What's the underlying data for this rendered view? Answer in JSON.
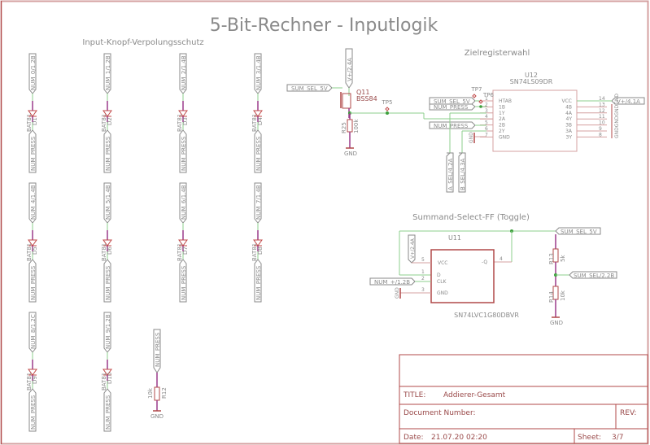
{
  "sheet": {
    "title": "5-Bit-Rechner - Inputlogik",
    "frame_color": "#b04848",
    "wire_color": "#8ccf8c",
    "part_color": "#b04848",
    "net_color": "#8a8a8a"
  },
  "sections": {
    "input": "Input-Knopf-Verpolungsschutz",
    "zielreg": "Zielregisterwahl",
    "summand": "Summand-Select-FF (Toggle)"
  },
  "diodes": [
    {
      "net": "NUM_0/1.2B",
      "ref": "D1",
      "value": "BAT81",
      "out": "NUM_PRESS"
    },
    {
      "net": "NUM_1/1.2B",
      "ref": "D2",
      "value": "BAT81",
      "out": "NUM_PRESS"
    },
    {
      "net": "NUM_2/1.4B",
      "ref": "D3",
      "value": "BAT81",
      "out": "NUM_PRESS"
    },
    {
      "net": "NUM_3/1.4B",
      "ref": "D4",
      "value": "BAT81",
      "out": "NUM_PRESS"
    },
    {
      "net": "NUM_4/1.4B",
      "ref": "D5",
      "value": "BAT81",
      "out": "NUM_PRESS"
    },
    {
      "net": "NUM_5/1.4B",
      "ref": "D6",
      "value": "BAT81",
      "out": "NUM_PRESS"
    },
    {
      "net": "NUM_6/1.4B",
      "ref": "D7",
      "value": "BAT81",
      "out": "NUM_PRESS"
    },
    {
      "net": "NUM_7/1.4B",
      "ref": "D8",
      "value": "BAT81",
      "out": "NUM_PRESS"
    },
    {
      "net": "NUM_8/1.2C",
      "ref": "D9",
      "value": "BAT81",
      "out": "NUM_PRESS"
    },
    {
      "net": "NUM_9/1.2B",
      "ref": "D10",
      "value": "BAT81",
      "out": "NUM_PRESS"
    }
  ],
  "r12": {
    "net": "NUM_PRESS",
    "ref": "R12",
    "value": "10k",
    "gnd": "GND"
  },
  "q11": {
    "supply": "V+/2.4A",
    "gate_net": "SUM_SEL_5V",
    "ref": "Q11",
    "value": "BSS84",
    "r_ref": "R25",
    "r_value": "100k",
    "gnd": "GND",
    "tp": "TP5"
  },
  "u12": {
    "ref": "U12",
    "value": "SN74LS09DR",
    "left_pins": [
      {
        "num": "1",
        "name": "HTAB"
      },
      {
        "num": "2",
        "name": "1B"
      },
      {
        "num": "3",
        "name": "1Y"
      },
      {
        "num": "4",
        "name": "2A"
      },
      {
        "num": "5",
        "name": "2B"
      },
      {
        "num": "6",
        "name": "2Y"
      },
      {
        "num": "7",
        "name": "GND"
      }
    ],
    "right_pins": [
      {
        "num": "14",
        "name": "VCC"
      },
      {
        "num": "13",
        "name": "4B"
      },
      {
        "num": "12",
        "name": "4A"
      },
      {
        "num": "11",
        "name": "4Y"
      },
      {
        "num": "10",
        "name": "3B"
      },
      {
        "num": "9",
        "name": "3A"
      },
      {
        "num": "8",
        "name": "3Y"
      }
    ],
    "tp7": "TP7",
    "tp6": "TP6",
    "net_sum_sel": "SUM_SEL_5V",
    "net_num_press_1": "NUM_PRESS",
    "net_num_press_2": "NUM_PRESS",
    "net_vcc": "V+/4.1A",
    "net_gnd_left": "GND",
    "net_gnd_right": "GNDGNDGNDGND",
    "out_a": "A_SEL/4.2A",
    "out_b": "B_SEL/4.3A"
  },
  "u11": {
    "ref": "U11",
    "value": "SN74LVC1G80DBVR",
    "supply": "V+/2.4A",
    "clk_net": "NUM_+/1.2B",
    "gnd": "GND",
    "pins": [
      {
        "num": "5",
        "name": "VCC"
      },
      {
        "num": "1",
        "name": "D"
      },
      {
        "num": "2",
        "name": "CLK"
      },
      {
        "num": "3",
        "name": "GND"
      },
      {
        "num": "4",
        "name": "-Q"
      }
    ],
    "out_net": "SUM_SEL_5V",
    "r13_ref": "R13",
    "r13_value": "5k",
    "r14_ref": "R14",
    "r14_value": "10k",
    "div_net": "SUM_SEL/2.2B",
    "div_gnd": "GND"
  },
  "titleblock": {
    "title_label": "TITLE:",
    "title_value": "Addierer-Gesamt",
    "docnum_label": "Document Number:",
    "rev_label": "REV:",
    "date_label": "Date:",
    "date_value": "21.07.20 02:20",
    "sheet_label": "Sheet:",
    "sheet_value": "3/7"
  }
}
